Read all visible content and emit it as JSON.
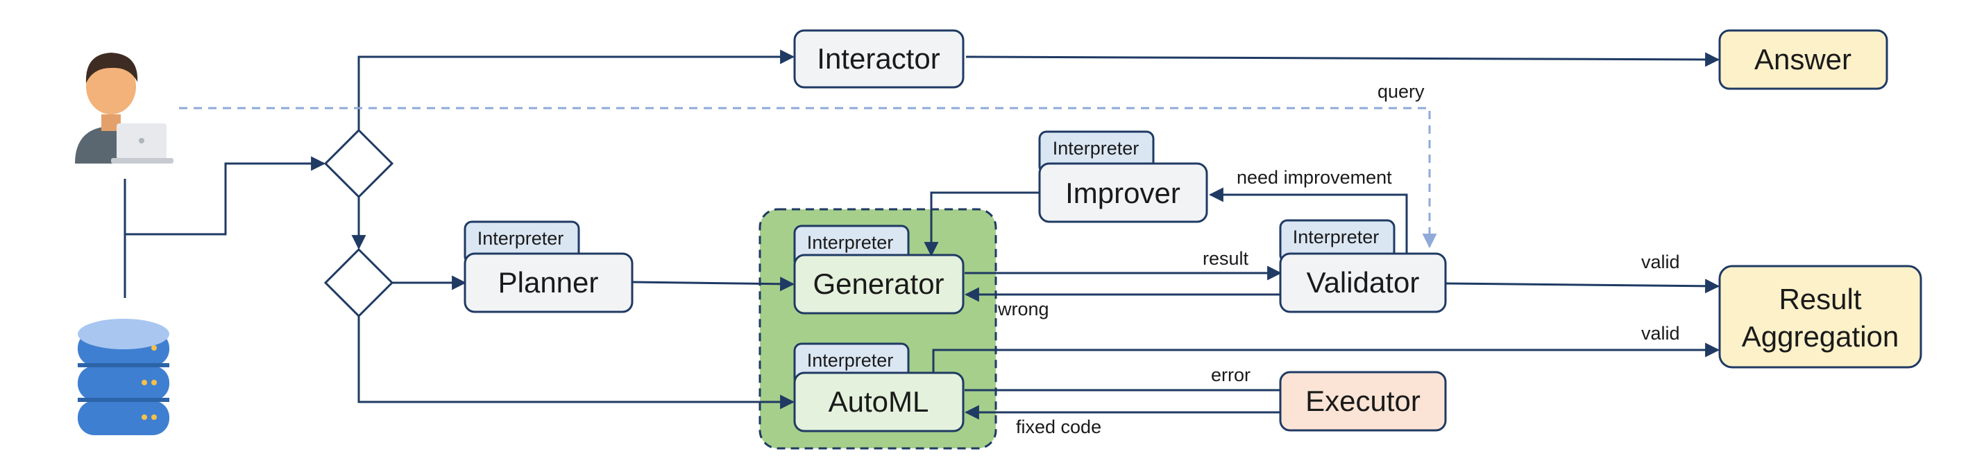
{
  "colors": {
    "line": "#1f3a63",
    "dashed_line": "#8fa9d8",
    "node_fill": "#f2f3f5",
    "node_stroke": "#1f3a63",
    "tab_fill": "#dbe6f3",
    "answer_fill": "#fdf1c9",
    "executor_fill": "#fbe4d6",
    "cluster_fill": "#a6cf8b",
    "inner_node_fill": "#e4f1dc"
  },
  "icons": {
    "user": "user-with-laptop-icon",
    "database": "database-icon"
  },
  "nodes": {
    "interactor": "Interactor",
    "answer": "Answer",
    "improver": "Improver",
    "planner": "Planner",
    "generator": "Generator",
    "validator": "Validator",
    "automl": "AutoML",
    "executor": "Executor",
    "result_aggregation_line1": "Result",
    "result_aggregation_line2": "Aggregation"
  },
  "tabs": {
    "improver": "Interpreter",
    "planner": "Interpreter",
    "generator": "Interpreter",
    "validator": "Interpreter",
    "automl": "Interpreter"
  },
  "edge_labels": {
    "query": "query",
    "need_improvement": "need improvement",
    "result": "result",
    "wrong": "wrong",
    "valid_validator": "valid",
    "valid_automl": "valid",
    "error": "error",
    "fixed_code": "fixed code"
  }
}
